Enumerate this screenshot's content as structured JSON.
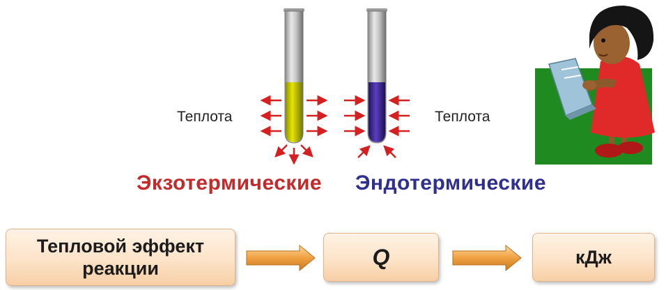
{
  "heat_label_left": "Теплота",
  "heat_label_right": "Теплота",
  "exothermic_label": "Экзотермические",
  "endothermic_label": "Эндотермические",
  "boxes": {
    "effect": "Тепловой эффект реакции",
    "symbol": "Q",
    "unit": "кДж"
  },
  "colors": {
    "exothermic": "#c42a2a",
    "endothermic": "#2f2f8f",
    "heat_arrows": "#d42020",
    "yellow_liquid": "#d6d400",
    "purple_liquid": "#4a2fa0",
    "background_panel": "#1f8a1f",
    "flow_arrow": "#f0a040"
  },
  "icons": [
    "test-tube-icon",
    "heat-arrow-icon",
    "girl-reading-book-icon",
    "flow-arrow-icon"
  ]
}
